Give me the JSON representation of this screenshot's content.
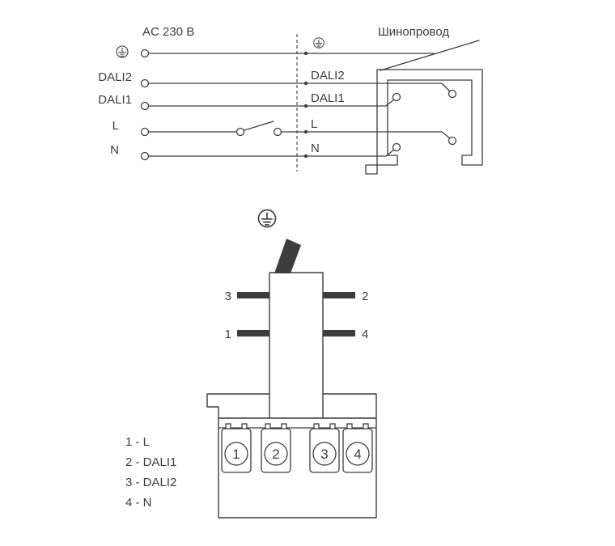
{
  "colors": {
    "ink": "#3d3d3d",
    "background": "#ffffff"
  },
  "wiring_diagram": {
    "supply_label": "AC 230 В",
    "busway_label": "Шинопровод",
    "ground_icon": "earth-ground-icon",
    "left": {
      "dali2": "DALI2",
      "dali1": "DALI1",
      "line": "L",
      "neutral": "N"
    },
    "right": {
      "dali2": "DALI2",
      "dali1": "DALI1",
      "line": "L",
      "neutral": "N"
    }
  },
  "adapter_diagram": {
    "ground_icon": "earth-ground-icon",
    "pins": {
      "left_top": "3",
      "left_bottom": "1",
      "right_top": "2",
      "right_bottom": "4"
    },
    "terminals": [
      "1",
      "2",
      "3",
      "4"
    ],
    "legend": [
      "1 - L",
      "2 - DALI1",
      "3 - DALI2",
      "4 - N"
    ]
  }
}
